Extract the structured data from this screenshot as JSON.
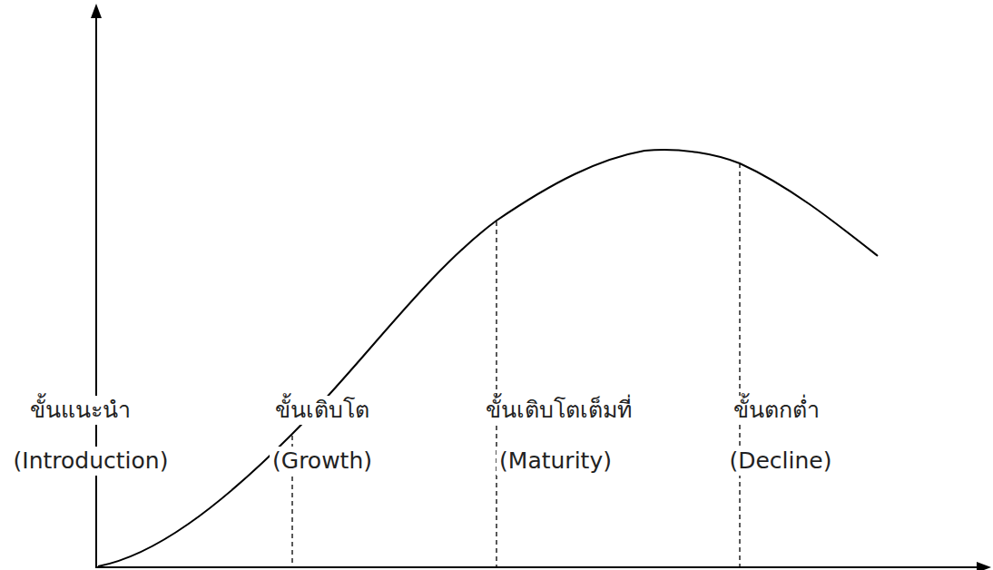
{
  "diagram": {
    "labels": [
      "ขั้นแนะนำ",
      "(Introduction)",
      "ขั้นเติบโต",
      "(Growth)",
      "ขั้นเติบโตเต็มที่",
      "(Maturity)",
      "ขั้นตกต่ำ",
      "(Decline)"
    ]
  }
}
